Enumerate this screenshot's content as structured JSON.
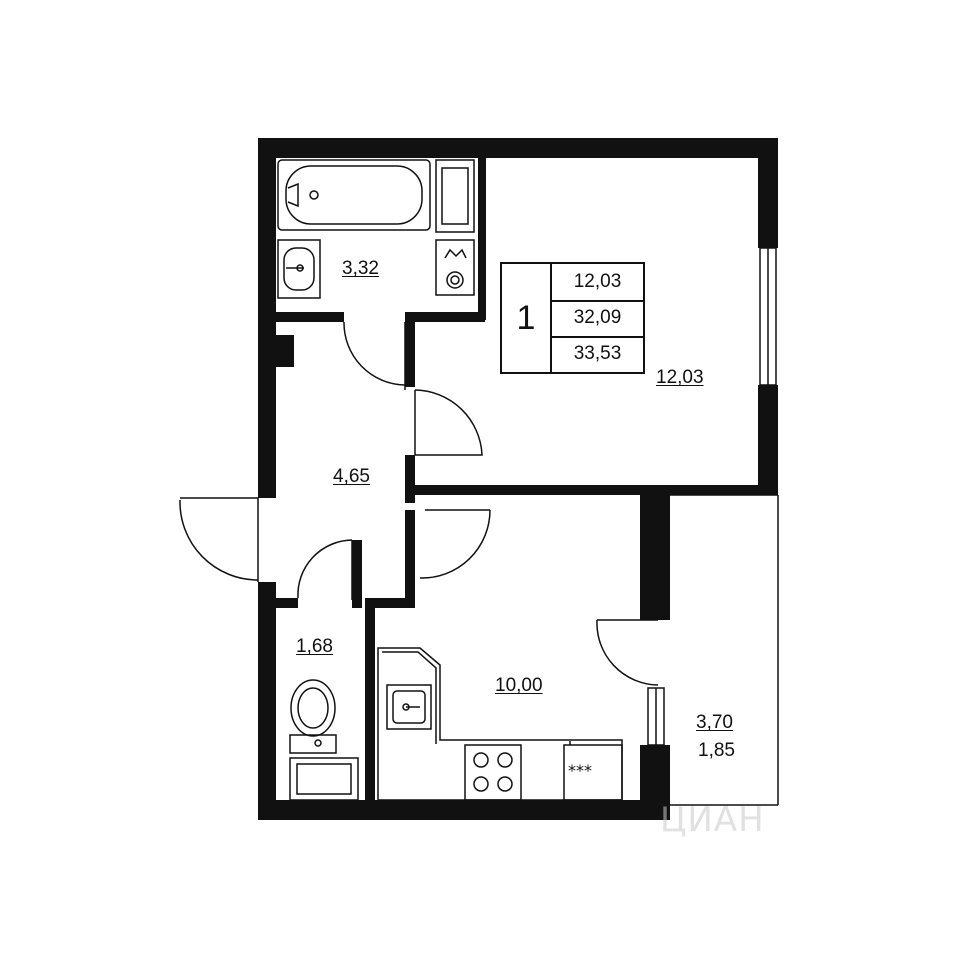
{
  "rooms": {
    "bathroom": "3,32",
    "living_room": "12,03",
    "hallway": "4,65",
    "toilet": "1,68",
    "kitchen": "10,00",
    "balcony_total": "3,70",
    "balcony_reduced": "1,85"
  },
  "summary": {
    "room_count": "1",
    "living_area": "12,03",
    "total_area": "32,09",
    "total_with_balcony": "33,53"
  },
  "watermark": "ЦИАН",
  "colors": {
    "wall": "#111111",
    "background": "#ffffff"
  }
}
